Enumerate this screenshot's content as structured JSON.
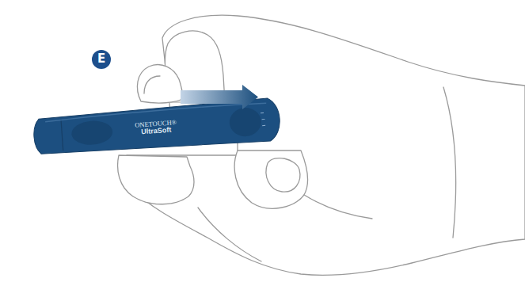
{
  "diagram": {
    "nodes": [
      {
        "text": [
          "E"
        ]
      },
      {
        "text": [
          "ONETOUCH®",
          "UltraSoft"
        ]
      }
    ],
    "labels": []
  }
}
